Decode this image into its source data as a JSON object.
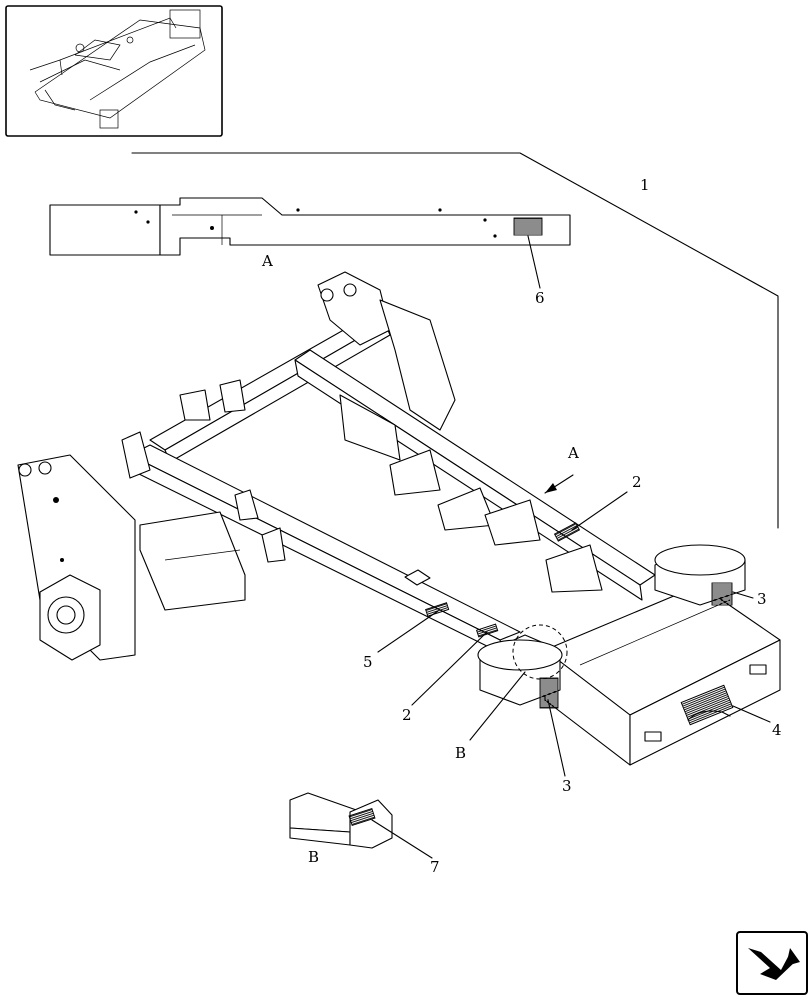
{
  "callouts": {
    "c1": "1",
    "c2a": "2",
    "c2b": "2",
    "c3a": "3",
    "c3b": "3",
    "c4": "4",
    "c5": "5",
    "c6": "6",
    "c7": "7"
  },
  "views": {
    "view_a_label": "A",
    "view_a_arrow_label": "A",
    "view_b_label": "B",
    "view_b_detail_label": "B"
  },
  "icons": {
    "thumbnail": "frame-overview-thumbnail",
    "navigation": "next-page-arrow-icon"
  }
}
